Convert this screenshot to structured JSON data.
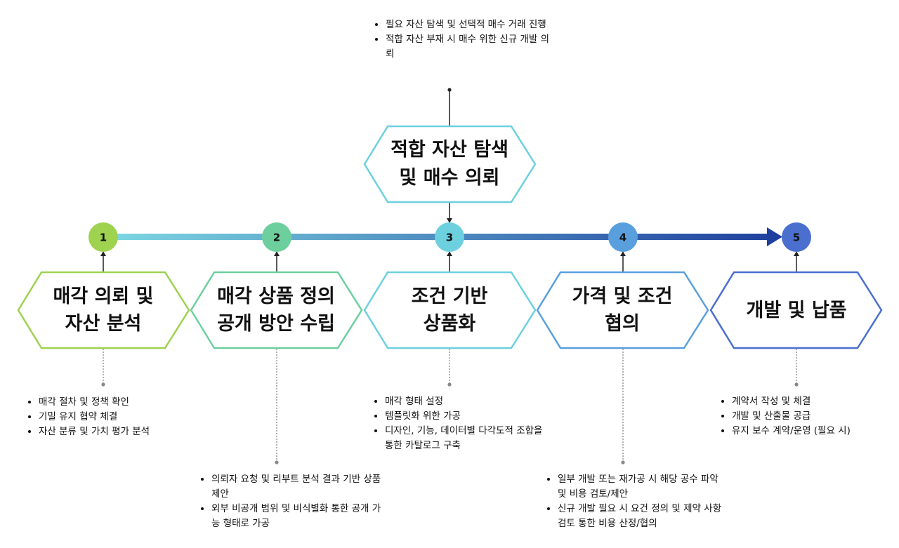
{
  "steps": [
    {
      "number": "1",
      "title": [
        "매각 의뢰 및",
        "자산 분석"
      ],
      "color": "#9ED24F",
      "bullets": [
        "매각 절차 및 정책 확인",
        "기밀 유지 협약 체결",
        "자산 분류 및 가치 평가 분석"
      ]
    },
    {
      "number": "2",
      "title": [
        "매각 상품 정의",
        "공개 방안 수립"
      ],
      "color": "#6ECF9E",
      "bullets": [
        "의뢰자 요청 및 리부트 분석 결과 기반 상품 제안",
        "외부 비공개 범위 및 비식별화 통한 공개 가능 형태로 가공"
      ]
    },
    {
      "number": "3",
      "title": [
        "조건 기반",
        "상품화"
      ],
      "color": "#6DD0DF",
      "bullets": [
        "매각 형태 설정",
        "템플릿화 위한 가공",
        "디자인, 기능, 데이터별 다각도적 조합을 통한 카탈로그 구축"
      ]
    },
    {
      "number": "4",
      "title": [
        "가격 및 조건",
        "협의"
      ],
      "color": "#5A9FDD",
      "bullets": [
        "일부 개발 또는 재가공 시 해당 공수 파악및 비용 검토/제안",
        "신규 개발 필요 시 요건 정의 및 제약 사항 검토 통한 비용 산정/협의"
      ]
    },
    {
      "number": "5",
      "title": [
        "개발 및 납품"
      ],
      "color": "#4A6FCF",
      "bullets": [
        "계약서 작성 및 체결",
        "개발 및 산출물 공급",
        "유지 보수 계약/운영 (필요 시)"
      ]
    }
  ],
  "branch": {
    "title": [
      "적합 자산 탐색",
      "및 매수 의뢰"
    ],
    "color": "#6DD0DF",
    "bullets": [
      "필요 자산 탐색 및 선택적 매수 거래 진행",
      "적합 자산 부재 시 매수 위한 신규 개발 의뢰"
    ]
  },
  "colors": {
    "timeline_start": "#7DD8E2",
    "timeline_end": "#1F3F9E",
    "connector": "#222222",
    "dotted": "#888888"
  }
}
